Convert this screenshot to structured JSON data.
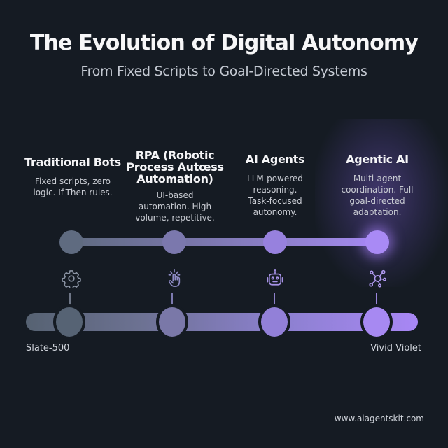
{
  "header": {
    "title": "The Evolution of Digital Autonomy",
    "subtitle": "From Fixed Scripts to Goal-Directed Systems"
  },
  "stages": [
    {
      "title": "Traditional Bots",
      "description": "Fixed scripts, zero logic. If-Then rules.",
      "icon": "gear-icon",
      "color": "#5f6b80"
    },
    {
      "title": "RPA (Robotic Process Autœss Automation)",
      "description": "UI-based automation. High volume, repetitive.",
      "icon": "pointer-hand-icon",
      "color": "#7b78ad"
    },
    {
      "title": "AI Agents",
      "description": "LLM-powered reasoning. Task-focused autonomy.",
      "icon": "robot-icon",
      "color": "#9781de"
    },
    {
      "title": "Agentic AI",
      "description": "Multi-agent coordination. Full goal-directed adaptation.",
      "icon": "network-icon",
      "color": "#a98af5"
    }
  ],
  "scale": {
    "left_label": "Slate-500",
    "right_label": "Vivid Violet",
    "start_color": "#566272",
    "end_color": "#a887f5"
  },
  "footer": {
    "url": "www.aiagentskit.com"
  }
}
